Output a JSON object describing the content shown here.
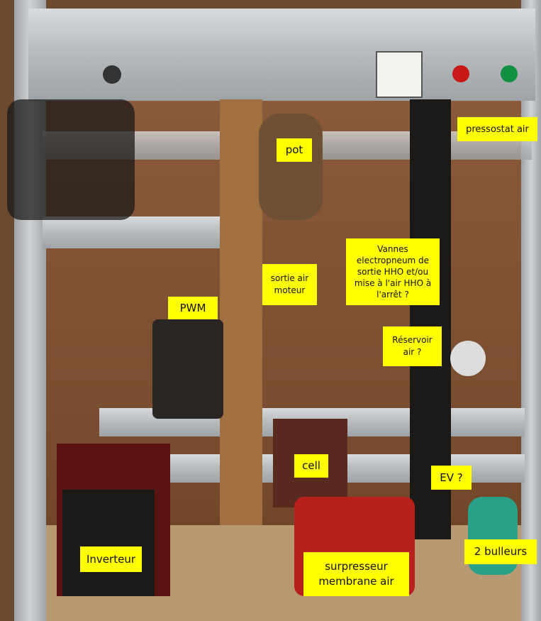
{
  "labels": {
    "pot": "pot",
    "pressostat": "pressostat air",
    "sortie_air": "sortie air\nmoteur",
    "vannes": "Vannes\nelectropneum   de\nsortie HHO  et/ou\nmise à l'air HHO à\nl'arrêt ?",
    "pwm": "PWM",
    "reservoir": "Réservoir\nair ?",
    "cell": "cell",
    "ev": "EV ?",
    "inverteur": "Inverteur",
    "surpresseur": "surpresseur\nmembrane   air",
    "bulleurs": "2 bulleurs"
  },
  "colors": {
    "label_bg": "#ffff00",
    "wood": "#7a4e30",
    "metal": "#b6babd"
  }
}
